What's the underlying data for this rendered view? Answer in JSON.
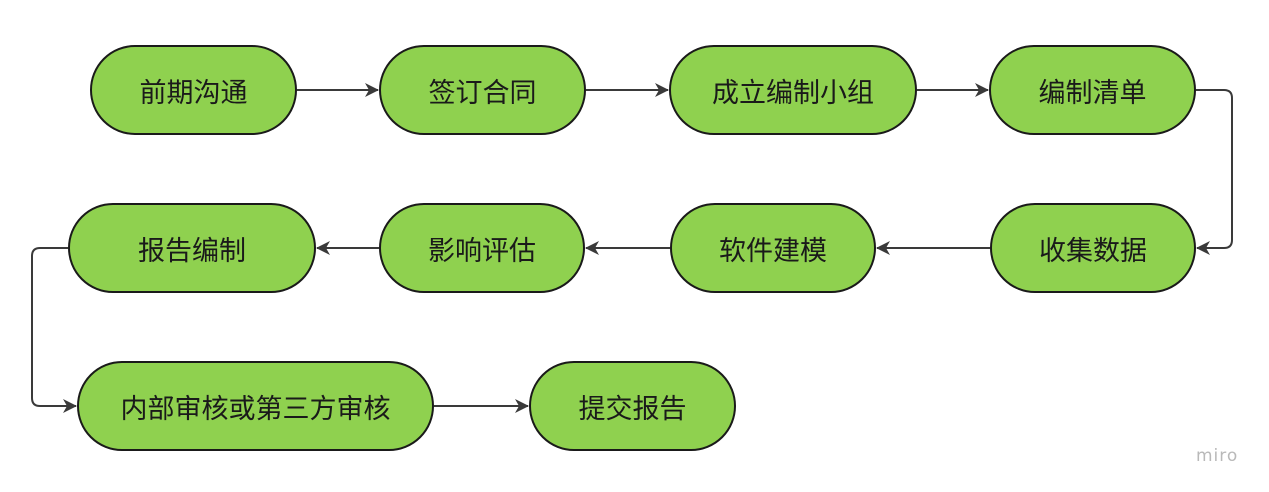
{
  "diagram": {
    "nodes": [
      {
        "id": "n1",
        "label": "前期沟通"
      },
      {
        "id": "n2",
        "label": "签订合同"
      },
      {
        "id": "n3",
        "label": "成立编制小组"
      },
      {
        "id": "n4",
        "label": "编制清单"
      },
      {
        "id": "n5",
        "label": "收集数据"
      },
      {
        "id": "n6",
        "label": "软件建模"
      },
      {
        "id": "n7",
        "label": "影响评估"
      },
      {
        "id": "n8",
        "label": "报告编制"
      },
      {
        "id": "n9",
        "label": "内部审核或第三方审核"
      },
      {
        "id": "n10",
        "label": "提交报告"
      }
    ],
    "edges": [
      {
        "from": "n1",
        "to": "n2"
      },
      {
        "from": "n2",
        "to": "n3"
      },
      {
        "from": "n3",
        "to": "n4"
      },
      {
        "from": "n4",
        "to": "n5"
      },
      {
        "from": "n5",
        "to": "n6"
      },
      {
        "from": "n6",
        "to": "n7"
      },
      {
        "from": "n7",
        "to": "n8"
      },
      {
        "from": "n8",
        "to": "n9"
      },
      {
        "from": "n9",
        "to": "n10"
      }
    ],
    "colors": {
      "node_fill": "#8fd14f",
      "node_border": "#1a1a1a",
      "connector": "#3a3a3a",
      "watermark": "#b9b9b9"
    }
  },
  "watermark": "miro"
}
